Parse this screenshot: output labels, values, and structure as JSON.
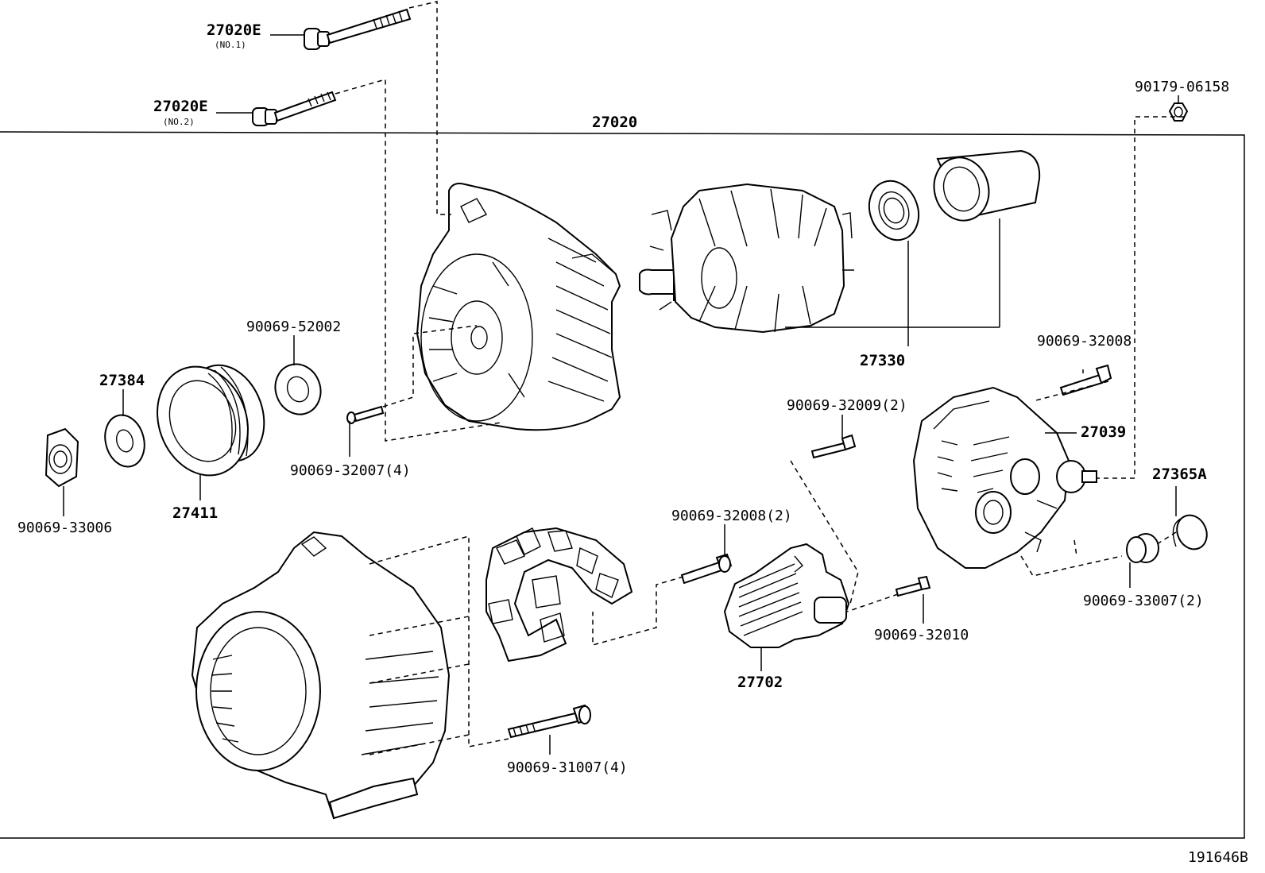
{
  "diagram": {
    "assembly_label": "27020",
    "figure_id": "191646B",
    "callouts": {
      "bolt_no1": "27020E",
      "bolt_no1_note": "(NO.1)",
      "bolt_no2": "27020E",
      "bolt_no2_note": "(NO.2)",
      "nut_terminal": "90179-06158",
      "rotor": "27330",
      "spacer": "90069-52002",
      "collar": "27384",
      "pulley": "27411",
      "pulley_nut": "90069-33006",
      "screw_front": "90069-32007(4)",
      "screw_rear_cover": "90069-32008",
      "rear_cover": "27039",
      "screw_regulator": "90069-32009(2)",
      "terminal_insulator": "27365A",
      "screw_brush_holder": "90069-32008(2)",
      "screw_regulator_2": "90069-32010",
      "nut_rear": "90069-33007(2)",
      "regulator": "27702",
      "bolt_drive_end": "90069-31007(4)"
    }
  }
}
